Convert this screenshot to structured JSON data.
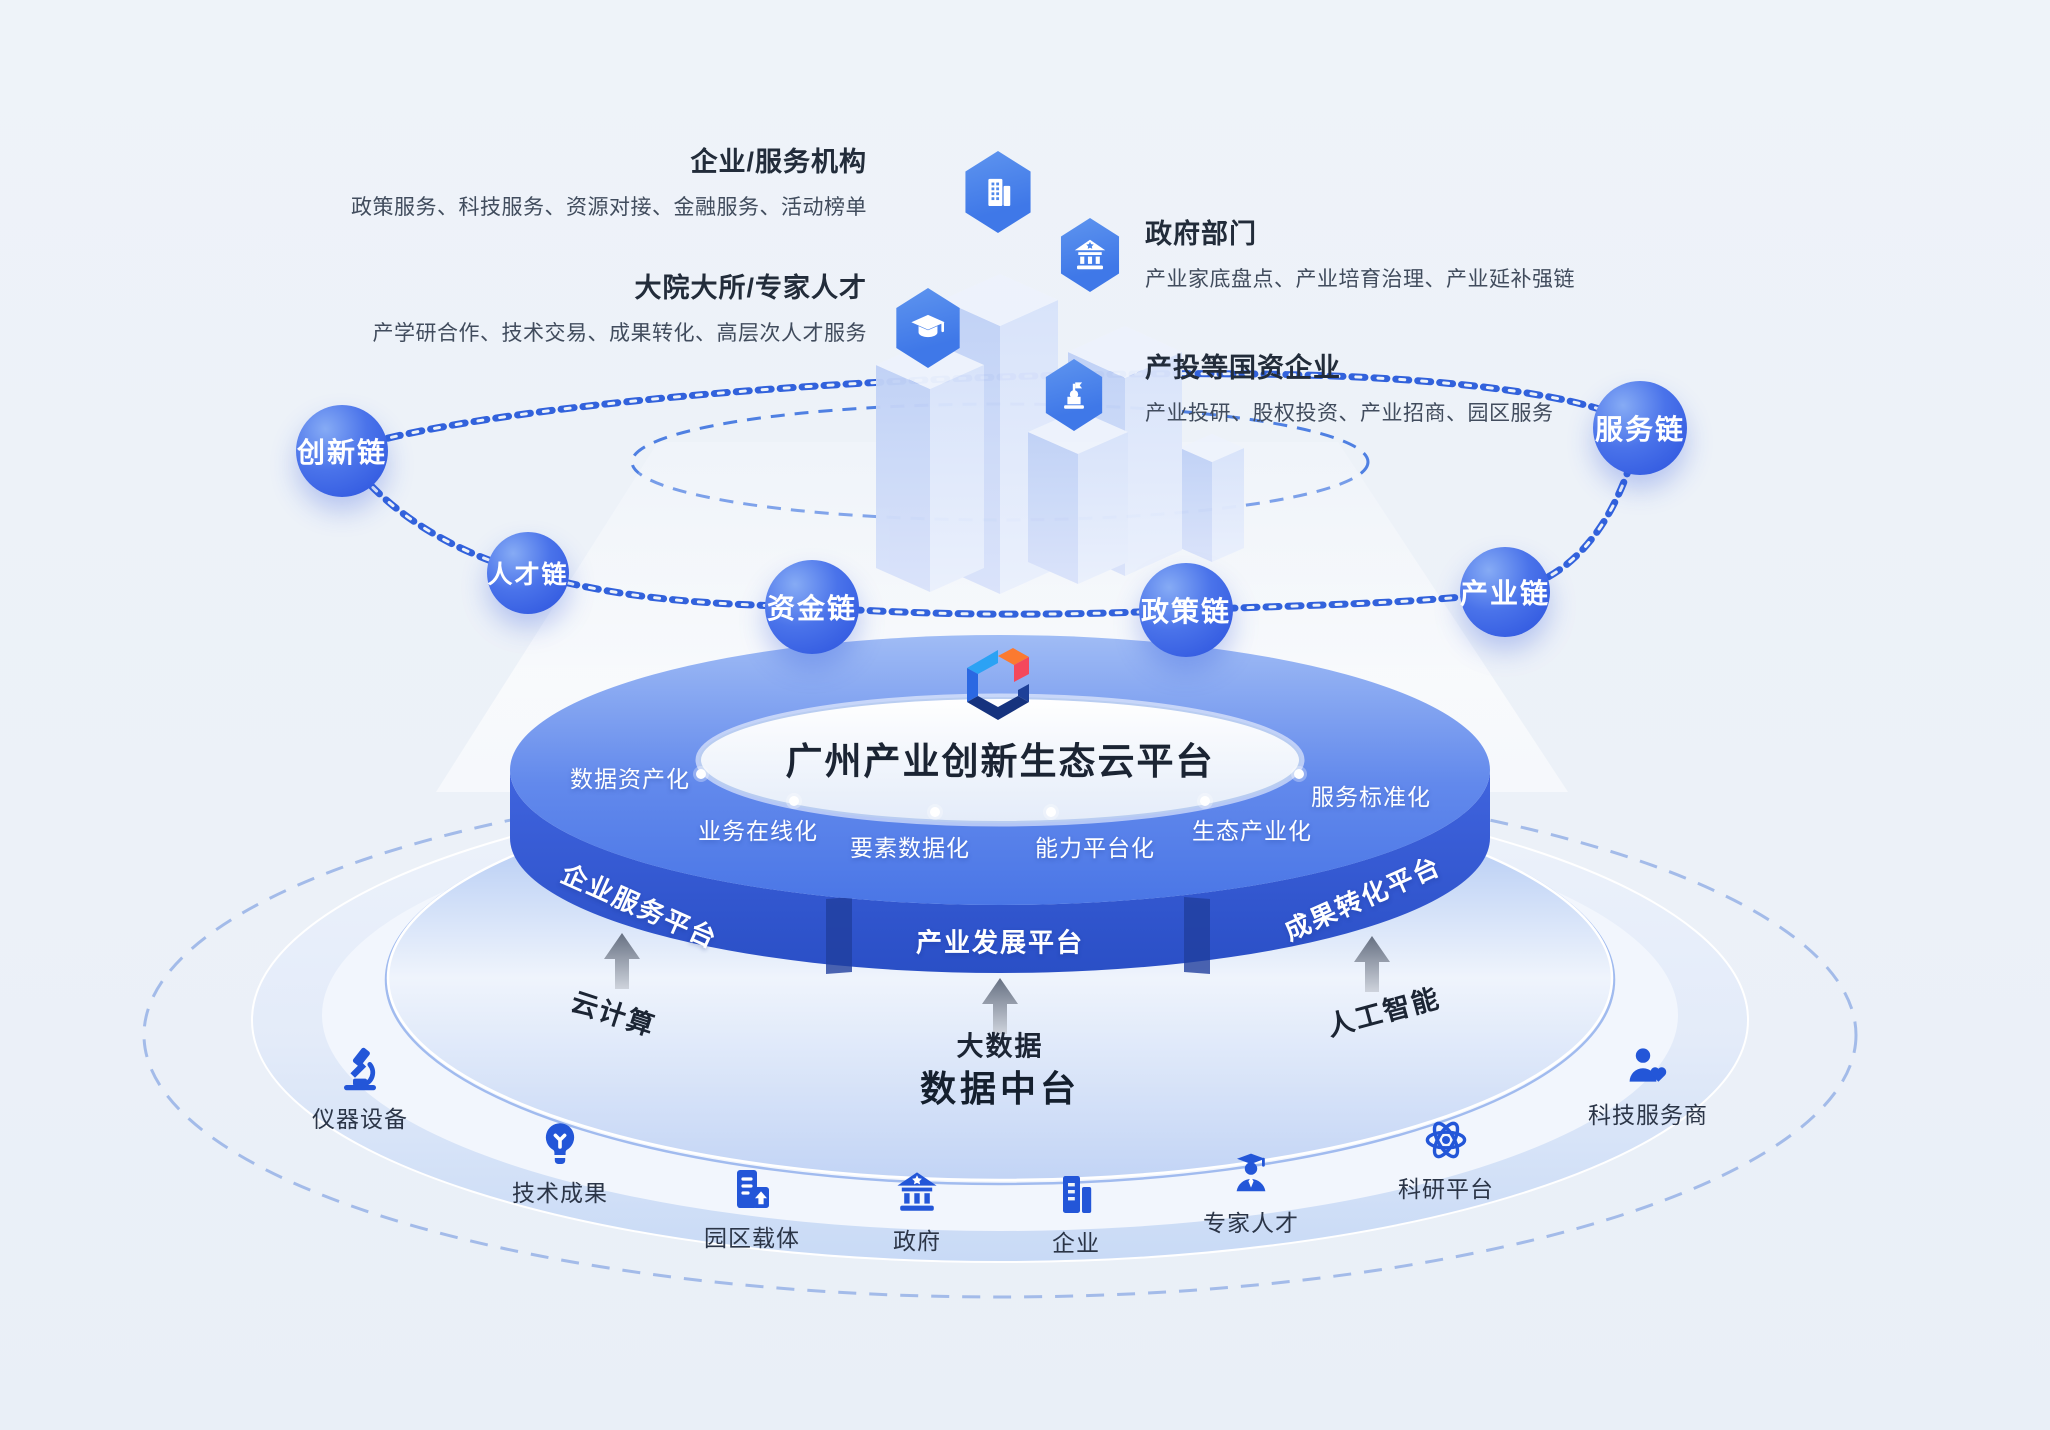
{
  "clusters": [
    {
      "title": "企业/服务机构",
      "desc": "政策服务、科技服务、资源对接、金融服务、活动榜单"
    },
    {
      "title": "政府部门",
      "desc": "产业家底盘点、产业培育治理、产业延补强链"
    },
    {
      "title": "大院大所/专家人才",
      "desc": "产学研合作、技术交易、成果转化、高层次人才服务"
    },
    {
      "title": "产投等国资企业",
      "desc": "产业投研、股权投资、产业招商、园区服务"
    }
  ],
  "chains": [
    {
      "label": "创新链"
    },
    {
      "label": "人才链"
    },
    {
      "label": "资金链"
    },
    {
      "label": "政策链"
    },
    {
      "label": "产业链"
    },
    {
      "label": "服务链"
    }
  ],
  "core": {
    "title": "广州产业创新生态云平台",
    "logo": "cube-logo"
  },
  "capabilities": [
    {
      "label": "数据资产化"
    },
    {
      "label": "业务在线化"
    },
    {
      "label": "要素数据化"
    },
    {
      "label": "能力平台化"
    },
    {
      "label": "生态产业化"
    },
    {
      "label": "服务标准化"
    }
  ],
  "platforms": [
    {
      "label": "企业服务平台"
    },
    {
      "label": "产业发展平台"
    },
    {
      "label": "成果转化平台"
    }
  ],
  "technologies": [
    {
      "label": "云计算"
    },
    {
      "label": "大数据"
    },
    {
      "label": "人工智能"
    }
  ],
  "data_platform": {
    "label": "数据中台"
  },
  "resources": [
    {
      "label": "仪器设备",
      "icon": "microscope-icon"
    },
    {
      "label": "技术成果",
      "icon": "lightbulb-icon"
    },
    {
      "label": "园区载体",
      "icon": "park-carrier-icon"
    },
    {
      "label": "政府",
      "icon": "government-icon"
    },
    {
      "label": "企业",
      "icon": "enterprise-icon"
    },
    {
      "label": "专家人才",
      "icon": "expert-icon"
    },
    {
      "label": "科研平台",
      "icon": "atom-icon"
    },
    {
      "label": "科技服务商",
      "icon": "service-provider-icon"
    }
  ],
  "colors": {
    "badge_blue": "#4d87ea",
    "chain_blue": "#3262dc",
    "disc_top": "#4d79e8",
    "disc_side": "#2f57cc",
    "icon_blue": "#2356d8",
    "dark_text": "#1b2433",
    "logo_lightblue": "#2ba2f4",
    "logo_blue": "#2b68e2",
    "logo_navy": "#16337e",
    "logo_orange": "#fb7a30",
    "logo_red": "#f4485c"
  }
}
